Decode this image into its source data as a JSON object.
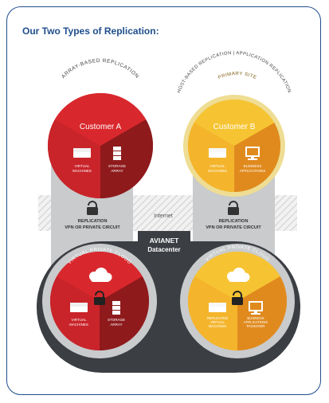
{
  "heading": "Our Two Types of Replication:",
  "left": {
    "arc_label": "ARRAY-BASED REPLICATION",
    "customer": "Customer A",
    "vm_line1": "VIRTUAL",
    "vm_line2": "MACHINES",
    "storage_line1": "STORAGE",
    "storage_line2": "ARRAY",
    "replication_line1": "REPLICATION",
    "replication_line2": "VPN OR PRIVATE CIRCUIT",
    "cloud_arc": "VIRTUAL PRIVATE CLOUD",
    "cloud_vm_line1": "VIRTUAL",
    "cloud_vm_line2": "MACHINES",
    "cloud_storage_line1": "STORAGE",
    "cloud_storage_line2": "ARRAY"
  },
  "right": {
    "arc_label": "HOST-BASED REPLICATION | APPLICATION REPLICATION",
    "primary_site": "PRIMARY SITE",
    "customer": "Customer B",
    "vm_line1": "VIRTUAL",
    "vm_line2": "MACHINES",
    "apps_line1": "BUSINESS",
    "apps_line2": "APPLICATIONS",
    "replication_line1": "REPLICATION",
    "replication_line2": "VPN OR PRIVATE CIRCUIT",
    "cloud_arc": "VIRTUAL PRIVATE CLOUD",
    "cloud_vm_line1": "REPLICATED",
    "cloud_vm_line2": "VIRTUAL",
    "cloud_vm_line3": "MACHINES",
    "cloud_apps_line1": "BUSINESS",
    "cloud_apps_line2": "APPLICATIONS",
    "cloud_apps_line3": "PASSOVER"
  },
  "internet": "Internet",
  "datacenter_line1": "AVIANET",
  "datacenter_line2": "Datacenter",
  "colors": {
    "border": "#1f4e8c",
    "red_dark": "#8e1a1c",
    "red_mid": "#b51f24",
    "red_light": "#d9282d",
    "yellow_dark": "#e08a1e",
    "yellow_mid": "#f0a928",
    "yellow_light": "#f6c432",
    "panel_gray": "#c9cbcc",
    "dark_pill": "#3b3e43"
  },
  "icons": [
    "server-icon",
    "storage-stack-icon",
    "monitor-icon",
    "lock-icon",
    "cloud-icon"
  ]
}
